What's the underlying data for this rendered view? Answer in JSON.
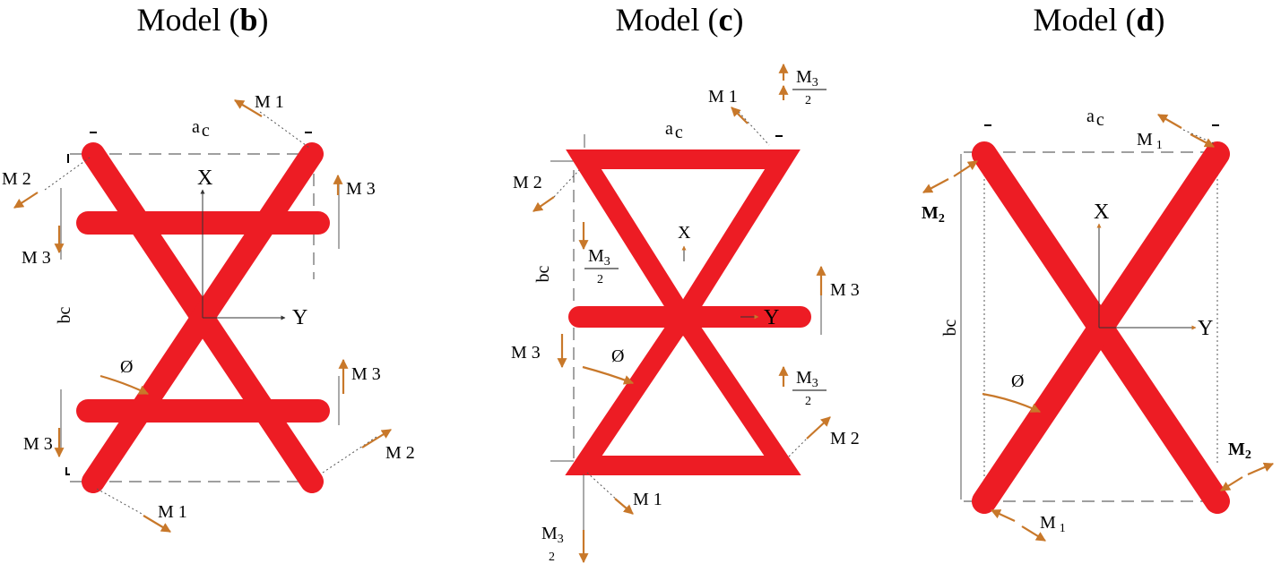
{
  "model_b": {
    "title_prefix": "Model (",
    "title_letter": "b",
    "title_suffix": ")",
    "a_label": "a",
    "a_sub": "c",
    "b_label": "b",
    "b_sub": "c",
    "x_label": "X",
    "y_label": "Y",
    "angle_label": "Ø",
    "m1_top": "M 1",
    "m1_bottom": "M 1",
    "m2_left": "M 2",
    "m2_right": "M 2",
    "m3_left_top": "M 3",
    "m3_left_bottom": "M 3",
    "m3_right_top": "M 3",
    "m3_right_bottom": "M 3"
  },
  "model_c": {
    "title_prefix": "Model (",
    "title_letter": "c",
    "title_suffix": ")",
    "a_label": "a",
    "a_sub": "c",
    "b_label": "b",
    "b_sub": "c",
    "x_label": "X",
    "y_label": "Y",
    "angle_label": "Ø",
    "m1_top": "M 1",
    "m1_bottom": "M 1",
    "m2_left": "M 2",
    "m2_right": "M 2",
    "m3_left": "M 3",
    "m3_right": "M 3",
    "m3_half_num": "M",
    "m3_half_sub": "3",
    "m3_half_den": "2"
  },
  "model_d": {
    "title_prefix": "Model (",
    "title_letter": "d",
    "title_suffix": ")",
    "a_label": "a",
    "a_sub": "c",
    "b_label": "b",
    "b_sub": "c",
    "x_label": "X",
    "y_label": "Y",
    "angle_label": "Ø",
    "m1_top": "M",
    "m1_top_sub": "1",
    "m1_bottom": "M",
    "m1_bottom_sub": "1",
    "m2_left": "M",
    "m2_left_sub": "2",
    "m2_right": "M",
    "m2_right_sub": "2"
  },
  "colors": {
    "member": "#ed1c24",
    "moment_arrow": "#c8782a",
    "guide_line": "#666666"
  }
}
